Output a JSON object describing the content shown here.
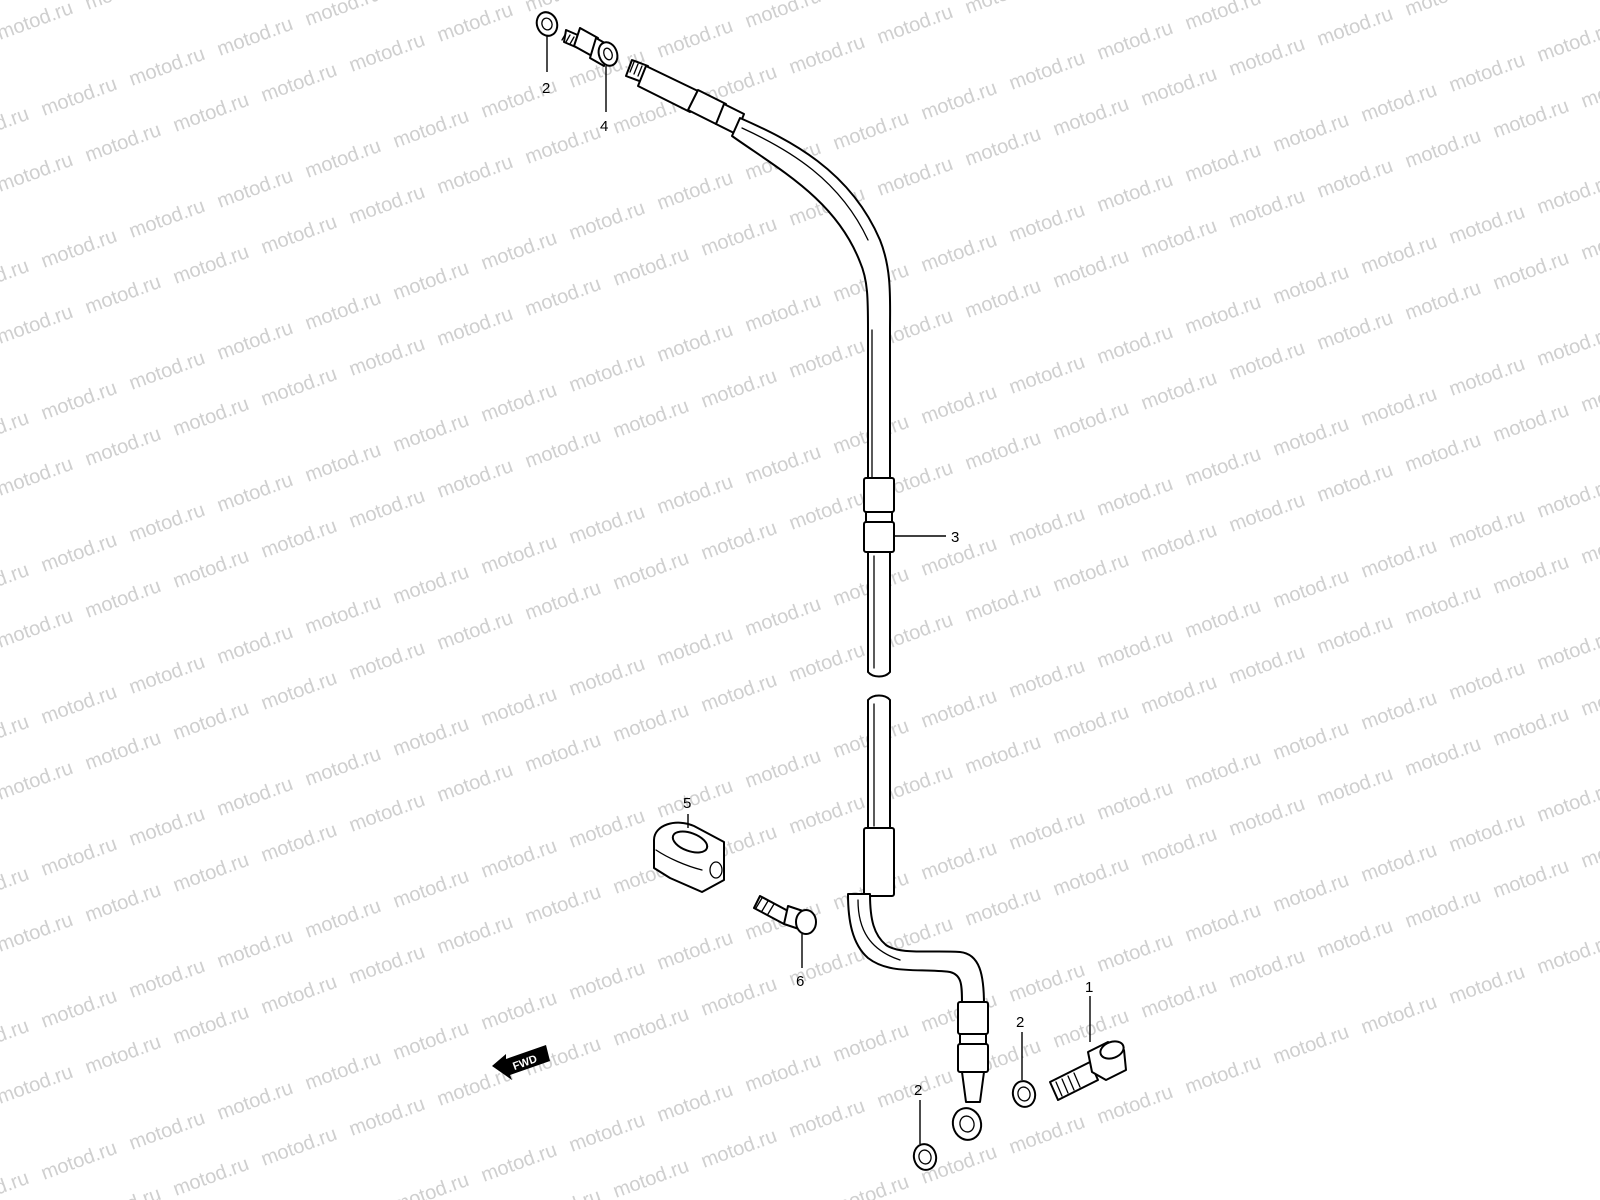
{
  "watermark": {
    "text": "motod.ru",
    "color": "#cfcfcf"
  },
  "fwd_label": "FWD",
  "callouts": [
    {
      "id": "c-2-top",
      "label": "2"
    },
    {
      "id": "c-4",
      "label": "4"
    },
    {
      "id": "c-3",
      "label": "3"
    },
    {
      "id": "c-5",
      "label": "5"
    },
    {
      "id": "c-6",
      "label": "6"
    },
    {
      "id": "c-1",
      "label": "1"
    },
    {
      "id": "c-2-mid",
      "label": "2"
    },
    {
      "id": "c-2-bottom",
      "label": "2"
    }
  ]
}
